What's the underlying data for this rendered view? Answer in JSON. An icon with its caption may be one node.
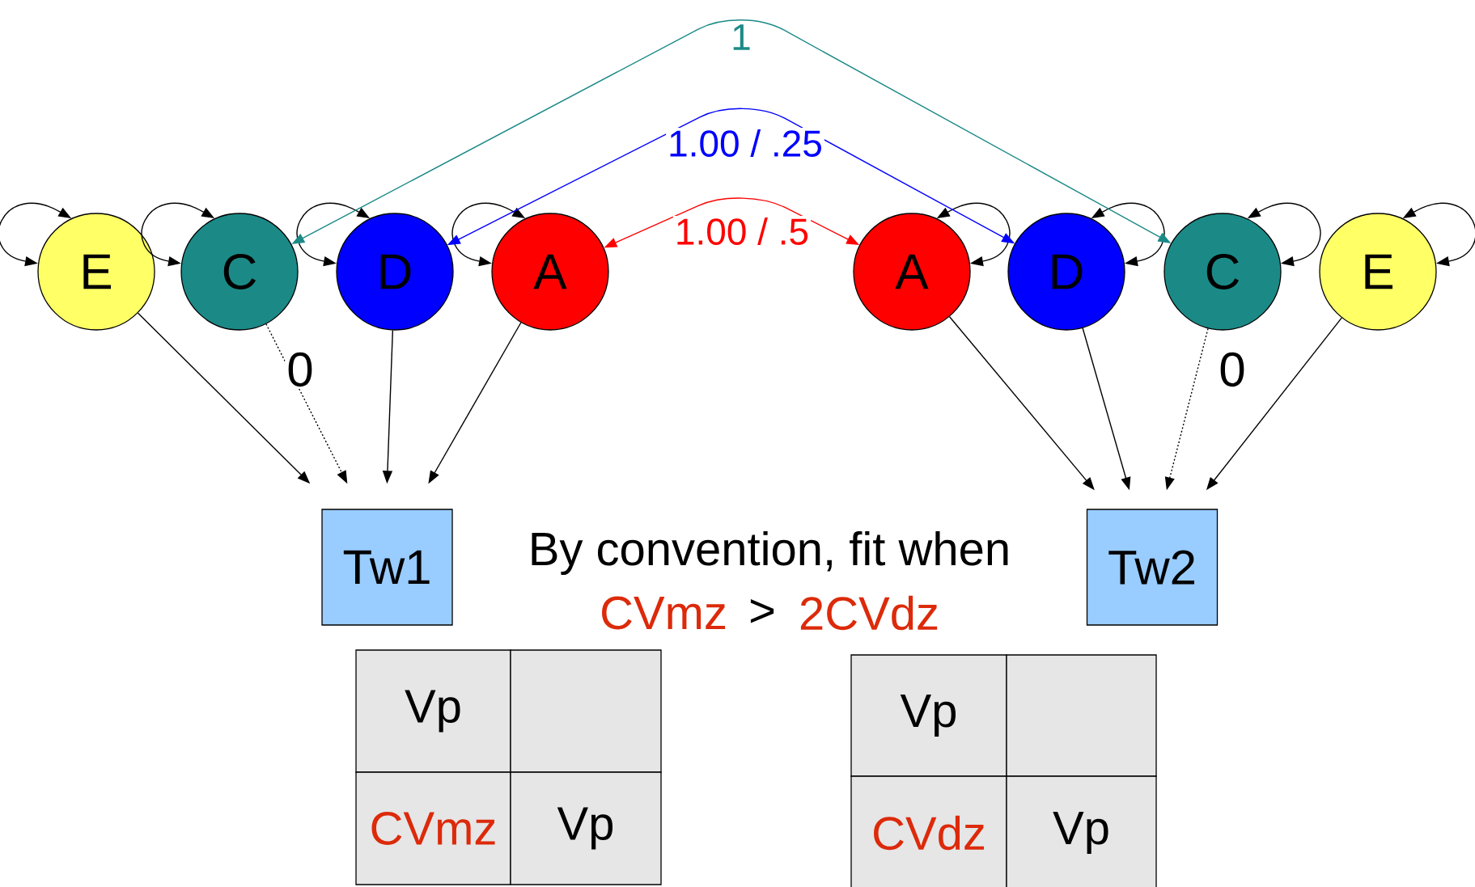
{
  "diagram": {
    "nodes": [
      {
        "text": [
          "E"
        ]
      },
      {
        "text": [
          "C"
        ]
      },
      {
        "text": [
          "D"
        ]
      },
      {
        "text": [
          "A"
        ]
      },
      {
        "text": [
          "A"
        ]
      },
      {
        "text": [
          "D"
        ]
      },
      {
        "text": [
          "C"
        ]
      },
      {
        "text": [
          "E"
        ]
      },
      {
        "text": [
          "Tw1"
        ]
      },
      {
        "text": [
          "Tw2"
        ]
      }
    ],
    "edges": [
      {
        "from": 0,
        "to": 0,
        "arrow": "both"
      },
      {
        "from": 1,
        "to": 1,
        "arrow": "both"
      },
      {
        "from": 2,
        "to": 2,
        "arrow": "both"
      },
      {
        "from": 3,
        "to": 3,
        "arrow": "both"
      },
      {
        "from": 4,
        "to": 4,
        "arrow": "both"
      },
      {
        "from": 5,
        "to": 5,
        "arrow": "both"
      },
      {
        "from": 6,
        "to": 6,
        "arrow": "both"
      },
      {
        "from": 7,
        "to": 7,
        "arrow": "both"
      },
      {
        "from": 1,
        "to": 6,
        "arrow": "both",
        "label": "1",
        "color": "#1b8a87"
      },
      {
        "from": 2,
        "to": 5,
        "arrow": "both",
        "label": "1.00 / .25",
        "color": "#0000ff"
      },
      {
        "from": 3,
        "to": 4,
        "arrow": "both",
        "label": "1.00 / .5",
        "color": "#ff0000"
      },
      {
        "from": 0,
        "to": 8,
        "arrow": "to"
      },
      {
        "from": 1,
        "to": 8,
        "arrow": "to",
        "style": "dashed",
        "label": "0"
      },
      {
        "from": 2,
        "to": 8,
        "arrow": "to"
      },
      {
        "from": 3,
        "to": 8,
        "arrow": "to"
      },
      {
        "from": 4,
        "to": 9,
        "arrow": "to"
      },
      {
        "from": 5,
        "to": 9,
        "arrow": "to"
      },
      {
        "from": 6,
        "to": 9,
        "arrow": "to",
        "style": "dashed",
        "label": "0"
      },
      {
        "from": 7,
        "to": 9,
        "arrow": "to"
      }
    ],
    "labels": [
      "By convention, fit when",
      "CVmz",
      ">",
      "2CVdz",
      "Vp",
      "CVmz",
      "Vp",
      "Vp",
      "CVdz",
      "Vp"
    ]
  }
}
